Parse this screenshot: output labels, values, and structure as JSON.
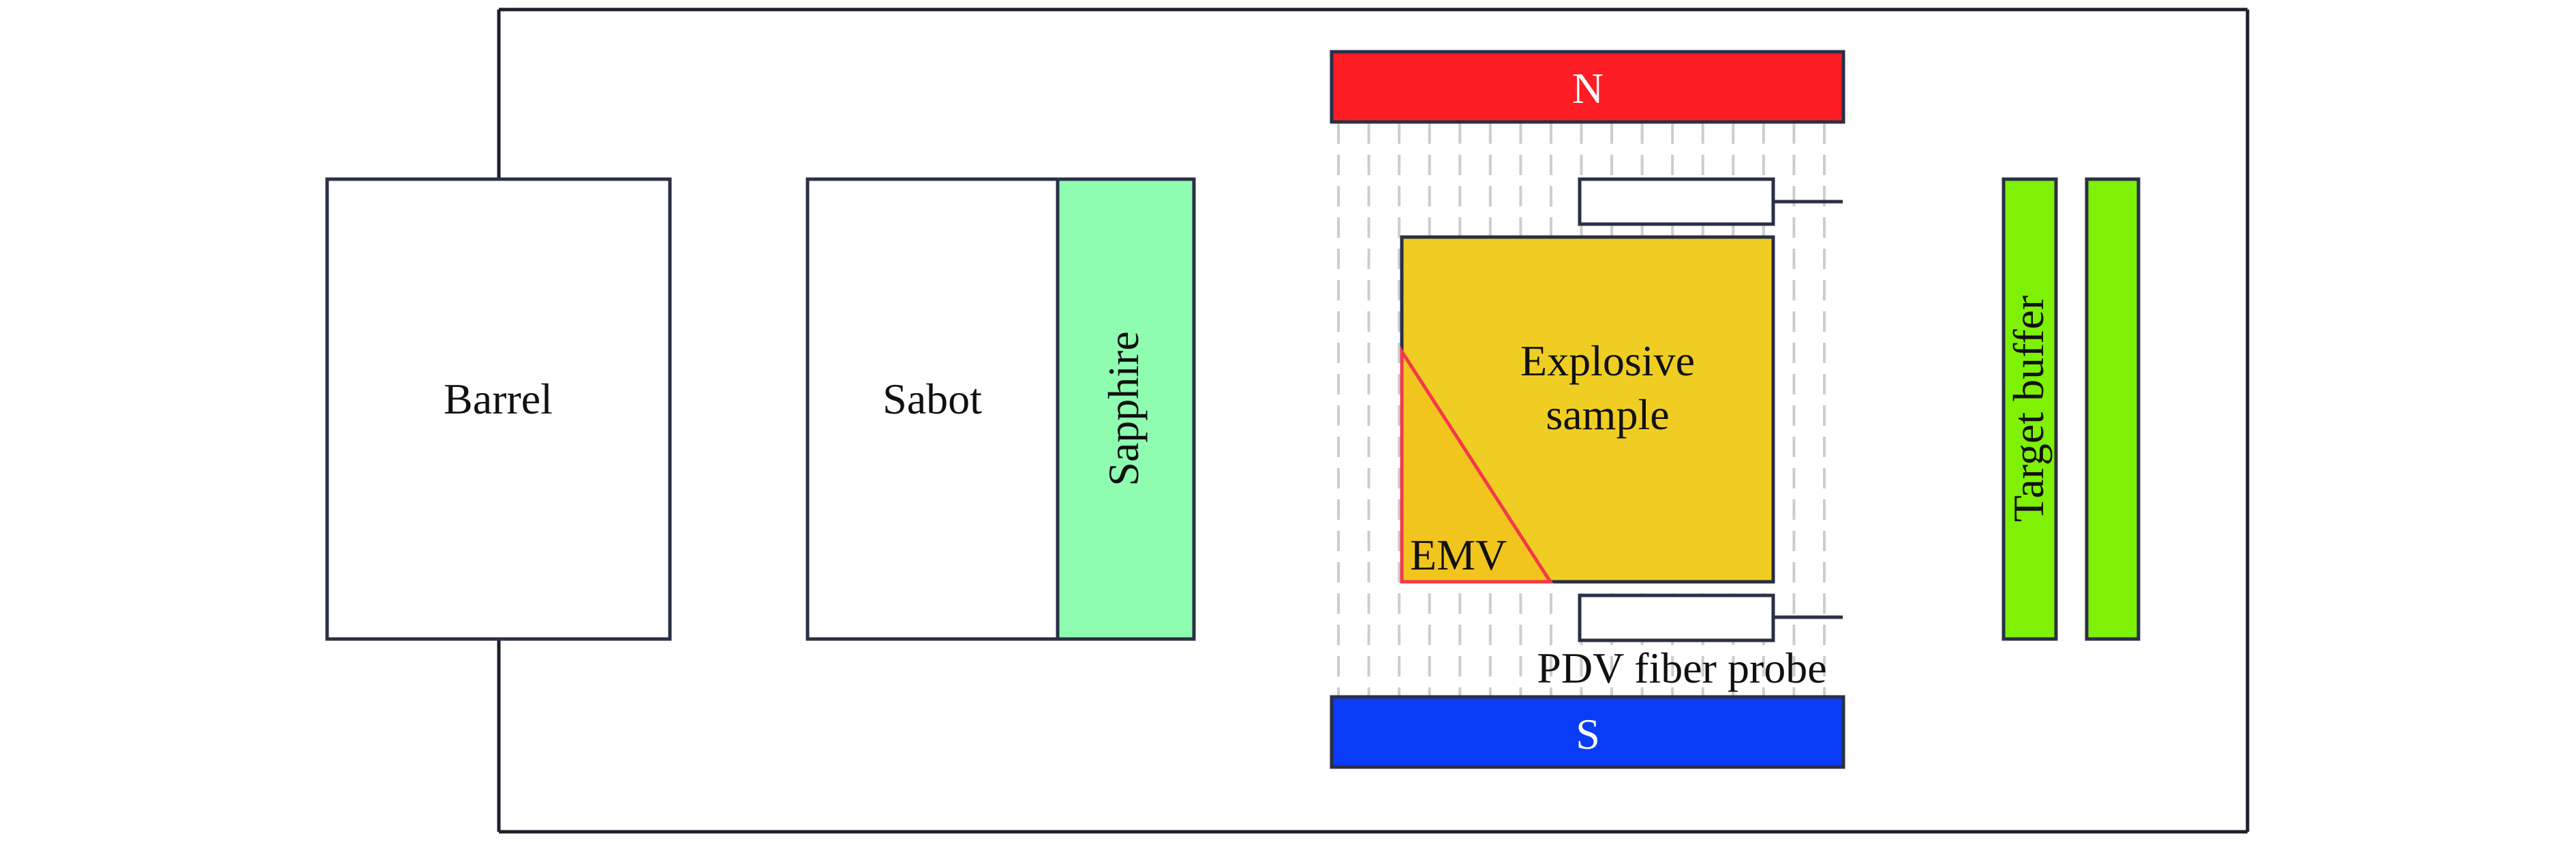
{
  "diagram": {
    "title": "",
    "components": {
      "barrel": {
        "label": "Barrel",
        "fill": "#ffffff"
      },
      "sabot": {
        "label": "Sabot",
        "fill": "#ffffff"
      },
      "sapphire": {
        "label": "Sapphire",
        "fill": "#8efdb0"
      },
      "magnet_north": {
        "label": "N",
        "fill": "#fe1d24",
        "text_color": "#ffffff"
      },
      "magnet_south": {
        "label": "S",
        "fill": "#0a3cf7",
        "text_color": "#ffffff"
      },
      "explosive_sample": {
        "label_line1": "Explosive",
        "label_line2": "sample",
        "fill": "#f0cd23"
      },
      "emv": {
        "label": "EMV",
        "fill": "#f2c51e",
        "outline": "#f5384a"
      },
      "pdv_probe_upper": {
        "fill": "#ffffff"
      },
      "pdv_probe_lower": {
        "fill": "#ffffff",
        "label": "PDV fiber probe"
      },
      "target_buffer": {
        "label": "Target buffer",
        "fill": "#7ef104"
      },
      "target_buffer_second": {
        "fill": "#7ef104"
      }
    },
    "magnetic_field_lines": {
      "count": 17,
      "color": "#c9cfcd",
      "style": "dashed"
    },
    "colors": {
      "outline": "#2a2f45",
      "frame": "#1c1f2c",
      "background": "#ffffff"
    }
  }
}
